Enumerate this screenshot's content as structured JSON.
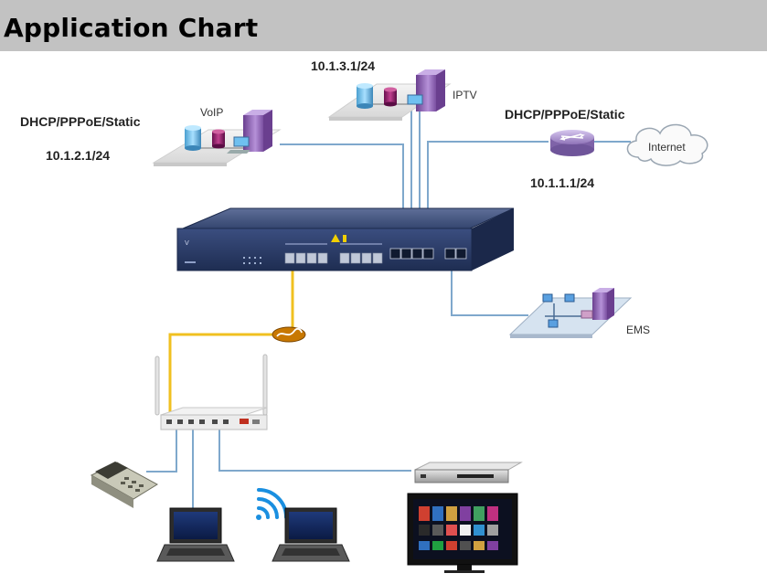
{
  "header": {
    "title": "Application Chart"
  },
  "labels": {
    "voip_mode": "DHCP/PPPoE/Static",
    "voip_ip": "10.1.2.1/24",
    "voip": "VoIP",
    "iptv_ip": "10.1.3.1/24",
    "iptv": "IPTV",
    "internet_mode": "DHCP/PPPoE/Static",
    "internet_ip": "10.1.1.1/24",
    "internet": "Internet",
    "ems": "EMS"
  },
  "colors": {
    "header_bg": "#c2c2c2",
    "link_blue": "#7fa8cc",
    "fiber_yellow": "#f0c020",
    "olt_body": "#2b3d6a",
    "router_purple": "#a98fc8"
  },
  "icons": [
    "voip-server-group-icon",
    "iptv-server-group-icon",
    "router-icon",
    "internet-cloud-icon",
    "olt-device-icon",
    "splitter-icon",
    "ems-network-icon",
    "onu-gateway-icon",
    "telephone-icon",
    "laptop-icon",
    "wifi-icon",
    "set-top-box-icon",
    "tv-icon"
  ]
}
